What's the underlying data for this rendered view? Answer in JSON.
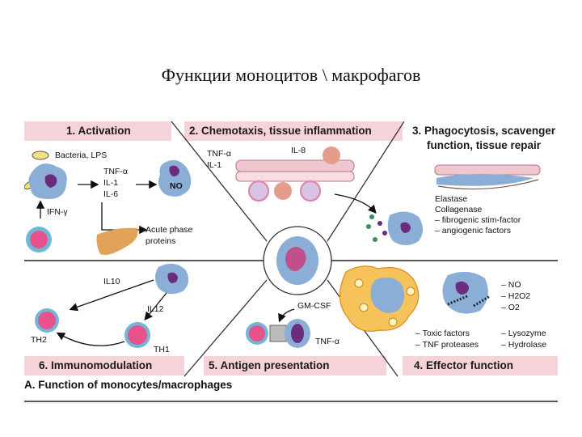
{
  "title": "Функции моноцитов \\ макрофагов",
  "caption": "A. Function of monocytes/macrophages",
  "panels": {
    "activation": {
      "label": "1. Activation",
      "bacteria": "Bacteria, LPS",
      "tnf": "TNF-α",
      "il1": "IL-1",
      "il6": "IL-6",
      "no": "NO",
      "ifn": "IFN-γ",
      "acute1": "Acute phase",
      "acute2": "proteins"
    },
    "chemotaxis": {
      "label": "2. Chemotaxis, tissue inflammation",
      "tnf": "TNF-α",
      "il1": "IL-1",
      "il8": "IL-8"
    },
    "phagocytosis": {
      "label1": "3. Phagocytosis, scavenger",
      "label2": "function, tissue repair",
      "elastase": "Elastase",
      "collagenase": "Collagenase",
      "fibrogenic": "– fibrogenic stim-factor",
      "angiogenic": "– angiogenic factors"
    },
    "immunomodulation": {
      "label": "6. Immunomodulation",
      "il10": "IL10",
      "il12": "IL12",
      "th2": "TH2",
      "th1": "TH1"
    },
    "antigen": {
      "label": "5. Antigen presentation",
      "gmcsf": "GM-CSF",
      "tnf": "TNF-α"
    },
    "effector": {
      "label": "4. Effector function",
      "no": "– NO",
      "h2o2": "– H2O2",
      "o2": "– O2",
      "lysozyme": "– Lysozyme",
      "hydrolase": "– Hydrolase",
      "toxic": "– Toxic factors",
      "tnfprot": "– TNF proteases"
    }
  },
  "colors": {
    "band": "#f6d3d8",
    "macrophage": "#8aaed6",
    "nucleus": "#6b2c7e",
    "lymphocyte": "#e8528b",
    "liver": "#e3a25a",
    "endothelium": "#f1c7cf"
  }
}
